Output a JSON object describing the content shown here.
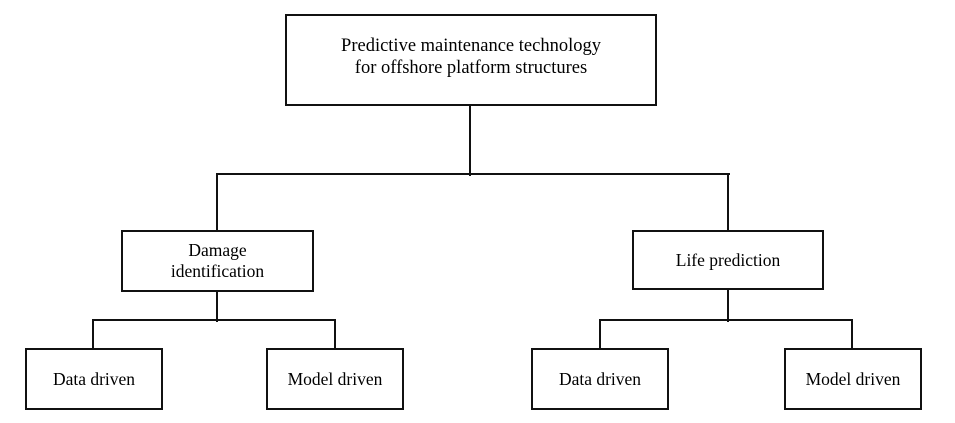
{
  "diagram": {
    "type": "hierarchy-tree",
    "title": "Predictive maintenance technology for offshore platform structures",
    "background_color": "#ffffff",
    "line_color": "#111111",
    "text_color": "#000000",
    "levels": 3,
    "nodes": {
      "root": {
        "label": "Predictive maintenance technology\nfor offshore platform structures",
        "level": 1
      },
      "damage": {
        "label": "Damage\nidentification",
        "level": 2
      },
      "life": {
        "label": "Life prediction",
        "level": 2
      },
      "damage_data": {
        "label": "Data driven",
        "level": 3,
        "parent": "damage"
      },
      "damage_model": {
        "label": "Model driven",
        "level": 3,
        "parent": "damage"
      },
      "life_data": {
        "label": "Data driven",
        "level": 3,
        "parent": "life"
      },
      "life_model": {
        "label": "Model driven",
        "level": 3,
        "parent": "life"
      }
    }
  }
}
